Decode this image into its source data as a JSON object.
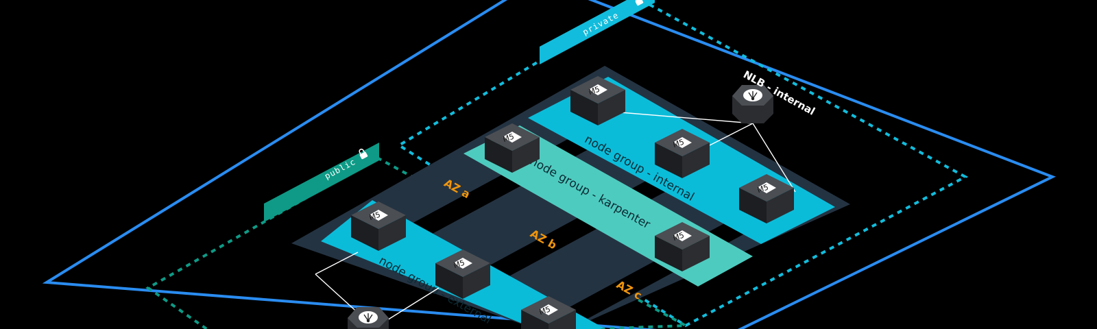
{
  "colors": {
    "background": "#000000",
    "vpc": "#2a8cf0",
    "private": "#12bcdc",
    "public": "#0e9a86",
    "cluster": "#243342",
    "nodegroup_internal": "#0bbcd9",
    "nodegroup_karpenter": "#4ecbbf",
    "nodegroup_external": "#0bbcd9",
    "az_text": "#f0960c",
    "node_top": "#4b4e53",
    "node_side": "#2b2d31",
    "node_front": "#1c1e21"
  },
  "subnets": {
    "private": {
      "label": "private",
      "icon": "lock-icon"
    },
    "public": {
      "label": "public",
      "icon": "lock-icon"
    }
  },
  "availability_zones": [
    "AZ a",
    "AZ b",
    "AZ c"
  ],
  "node_groups": {
    "internal": "node group - internal",
    "karpenter": "node group - karpenter",
    "external": "node group - external"
  },
  "instance_type": "M5",
  "load_balancers": {
    "internal": {
      "label": "NLB - internal",
      "icon": "load-balancer-icon"
    },
    "external": {
      "label": "",
      "icon": "load-balancer-icon"
    }
  }
}
